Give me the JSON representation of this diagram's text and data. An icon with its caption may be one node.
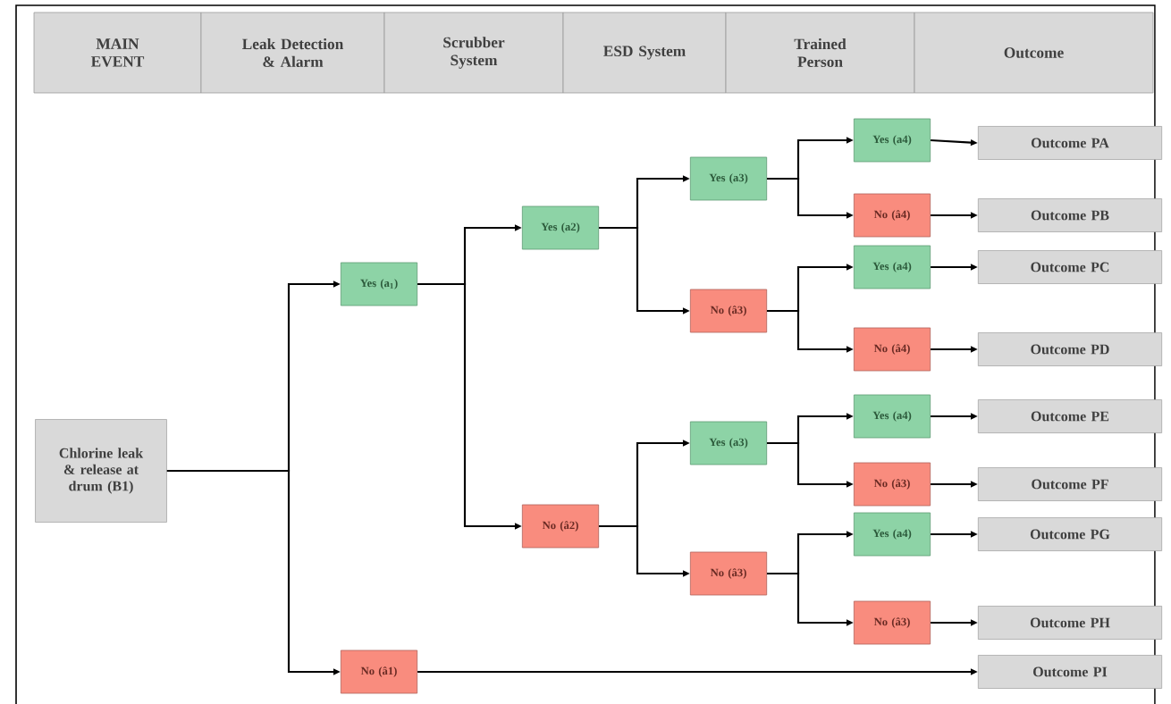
{
  "diagram": {
    "nodes": [
      {
        "text": [
          "MAIN EVENT"
        ]
      },
      {
        "text": [
          "Leak Detection & Alarm"
        ]
      },
      {
        "text": [
          "Scrubber System"
        ]
      },
      {
        "text": [
          "ESD System"
        ]
      },
      {
        "text": [
          "Trained Person"
        ]
      },
      {
        "text": [
          "Outcome"
        ]
      },
      {
        "text": [
          "Chlorine leak & release at drum (B1)"
        ]
      },
      {
        "text": [
          "Yes (a$_{1}$)"
        ]
      },
      {
        "text": [
          "No (â1)"
        ]
      },
      {
        "text": [
          "Yes (a2)"
        ]
      },
      {
        "text": [
          "No (â2)"
        ]
      },
      {
        "text": [
          "Yes (a3)"
        ]
      },
      {
        "text": [
          "No (â3)"
        ]
      },
      {
        "text": [
          "Yes (a3)"
        ]
      },
      {
        "text": [
          "No (â3)"
        ]
      },
      {
        "text": [
          "Yes (a4)"
        ]
      },
      {
        "text": [
          "No (â4)"
        ]
      },
      {
        "text": [
          "Yes (a4)"
        ]
      },
      {
        "text": [
          "No (â4)"
        ]
      },
      {
        "text": [
          "Yes (a4)"
        ]
      },
      {
        "text": [
          "No (â3)"
        ]
      },
      {
        "text": [
          "Yes (a4)"
        ]
      },
      {
        "text": [
          "No (â3)"
        ]
      },
      {
        "text": [
          "Outcome PA"
        ]
      },
      {
        "text": [
          "Outcome PB"
        ]
      },
      {
        "text": [
          "Outcome PC"
        ]
      },
      {
        "text": [
          "Outcome PD"
        ]
      },
      {
        "text": [
          "Outcome PE"
        ]
      },
      {
        "text": [
          "Outcome PF"
        ]
      },
      {
        "text": [
          "Outcome PG"
        ]
      },
      {
        "text": [
          "Outcome PH"
        ]
      },
      {
        "text": [
          "Outcome PI"
        ]
      }
    ],
    "edges": [
      {
        "from": 6,
        "to": 7,
        "arrow": "to"
      },
      {
        "from": 6,
        "to": 8,
        "arrow": "to"
      },
      {
        "from": 7,
        "to": 9,
        "arrow": "to"
      },
      {
        "from": 7,
        "to": 10,
        "arrow": "to"
      },
      {
        "from": 9,
        "to": 11,
        "arrow": "to"
      },
      {
        "from": 9,
        "to": 12,
        "arrow": "to"
      },
      {
        "from": 10,
        "to": 13,
        "arrow": "to"
      },
      {
        "from": 10,
        "to": 14,
        "arrow": "to"
      },
      {
        "from": 11,
        "to": 15,
        "arrow": "to"
      },
      {
        "from": 11,
        "to": 16,
        "arrow": "to"
      },
      {
        "from": 12,
        "to": 17,
        "arrow": "to"
      },
      {
        "from": 12,
        "to": 18,
        "arrow": "to"
      },
      {
        "from": 13,
        "to": 19,
        "arrow": "to"
      },
      {
        "from": 13,
        "to": 20,
        "arrow": "to"
      },
      {
        "from": 14,
        "to": 21,
        "arrow": "to"
      },
      {
        "from": 14,
        "to": 22,
        "arrow": "to"
      },
      {
        "from": 15,
        "to": 23,
        "arrow": "to"
      },
      {
        "from": 16,
        "to": 24,
        "arrow": "to"
      },
      {
        "from": 17,
        "to": 25,
        "arrow": "to"
      },
      {
        "from": 18,
        "to": 26,
        "arrow": "to"
      },
      {
        "from": 19,
        "to": 27,
        "arrow": "to"
      },
      {
        "from": 20,
        "to": 28,
        "arrow": "to"
      },
      {
        "from": 21,
        "to": 29,
        "arrow": "to"
      },
      {
        "from": 22,
        "to": 30,
        "arrow": "to"
      },
      {
        "from": 8,
        "to": 31,
        "arrow": "to"
      }
    ]
  }
}
